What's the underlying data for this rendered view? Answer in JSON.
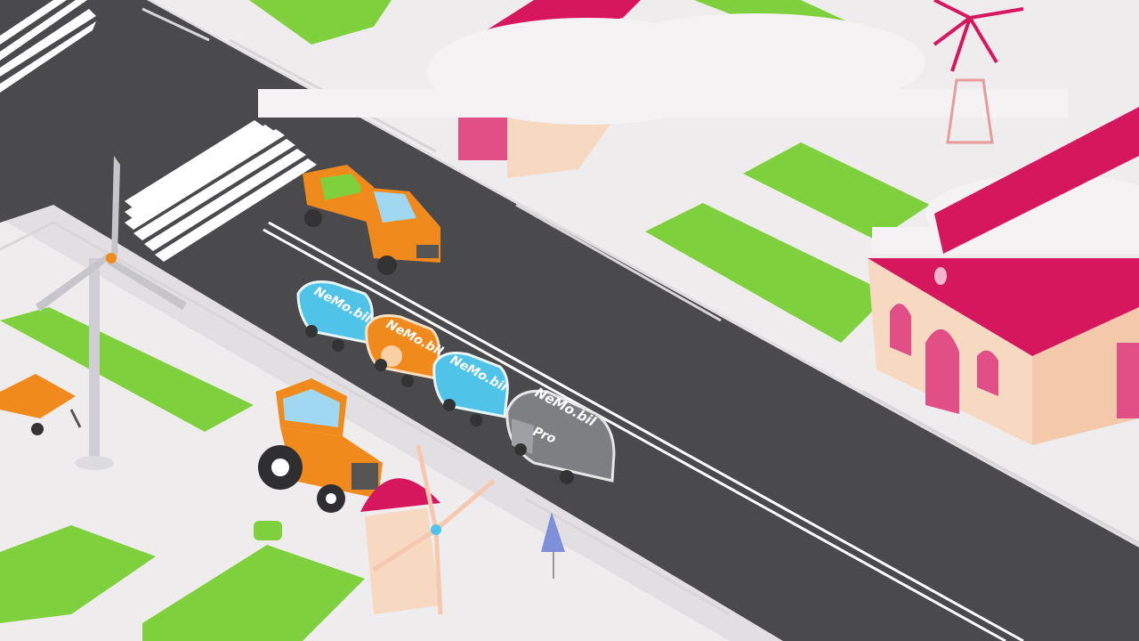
{
  "scene": {
    "vehicles": {
      "shuttle_1": {
        "label": "NeMo.bil"
      },
      "shuttle_2": {
        "label": "NeMo.bil"
      },
      "shuttle_3": {
        "label": "NeMo.bil"
      },
      "pro_vehicle": {
        "label": "NeMo.bil",
        "badge": "Pro"
      }
    }
  },
  "colors": {
    "ground": "#efecee",
    "road": "#4a4a4d",
    "grass": "#7ed13c",
    "roof": "#d6175e",
    "wall": "#f7d9c2",
    "accent_orange": "#f08a1c",
    "shuttle_blue": "#4fc3e8",
    "pro_gray": "#7d7f83"
  }
}
